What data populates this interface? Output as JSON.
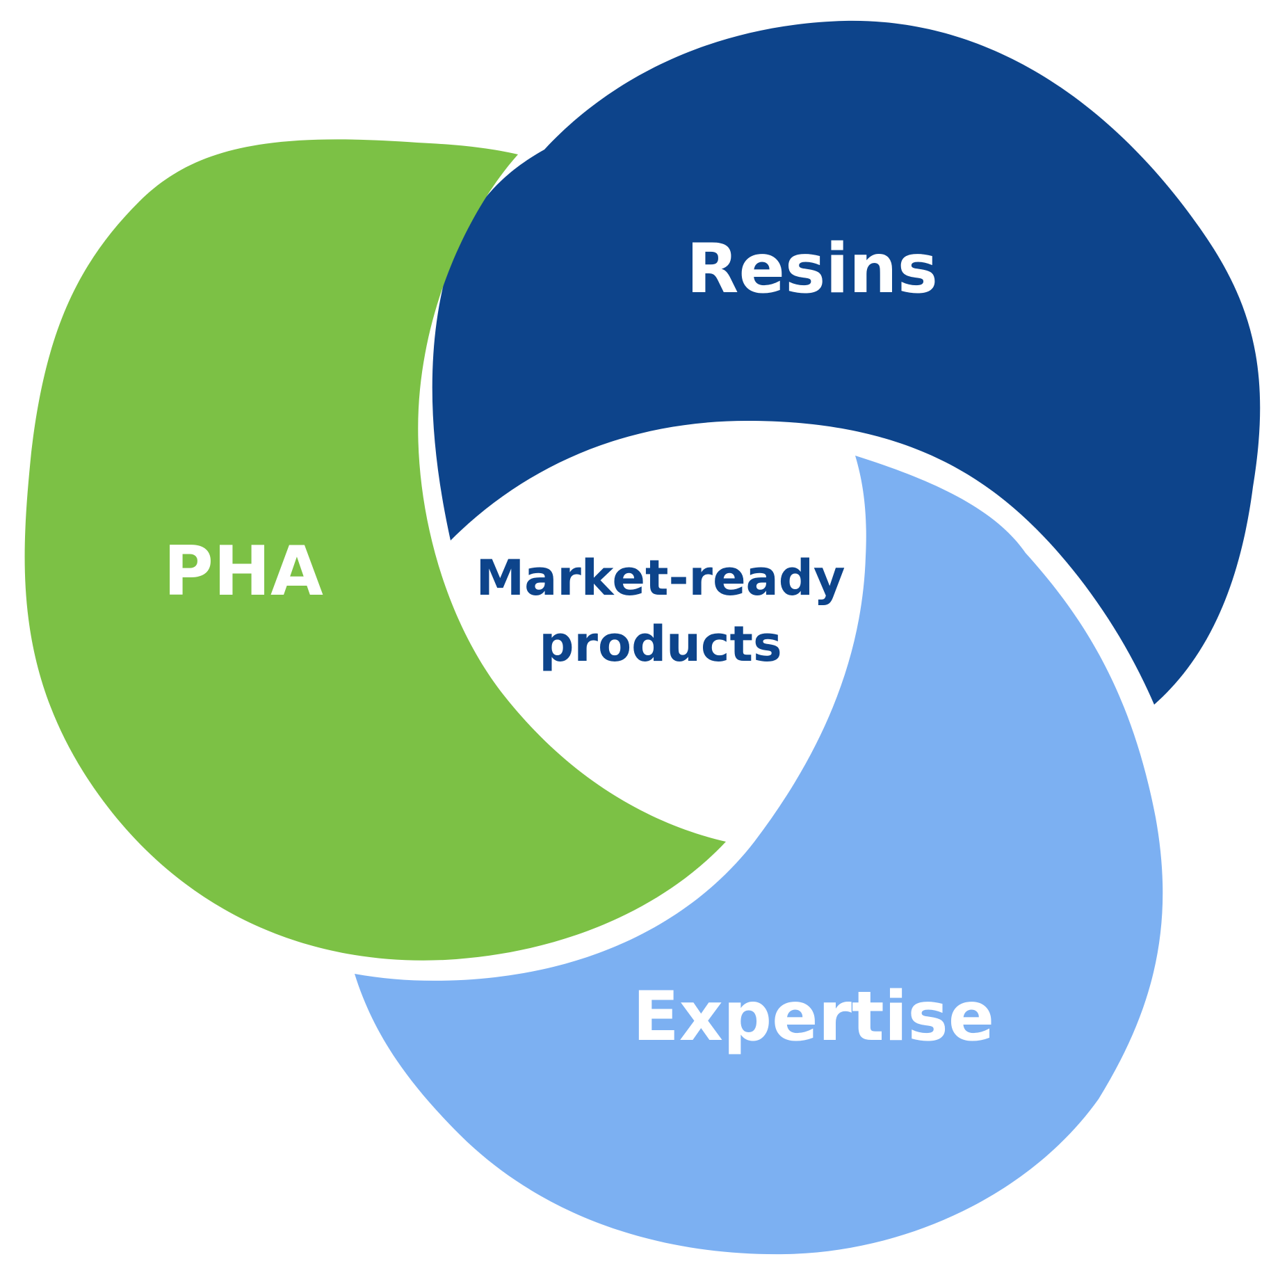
{
  "diagram": {
    "petals": {
      "pha": {
        "label": "PHA",
        "color": "#7cc145"
      },
      "resins": {
        "label": "Resins",
        "color": "#0d448b"
      },
      "expertise": {
        "label": "Expertise",
        "color": "#7cb0f2"
      }
    },
    "center": {
      "line1": "Market-ready",
      "line2": "products",
      "color": "#0d448b"
    },
    "label_color": "#ffffff",
    "background": "#ffffff"
  }
}
